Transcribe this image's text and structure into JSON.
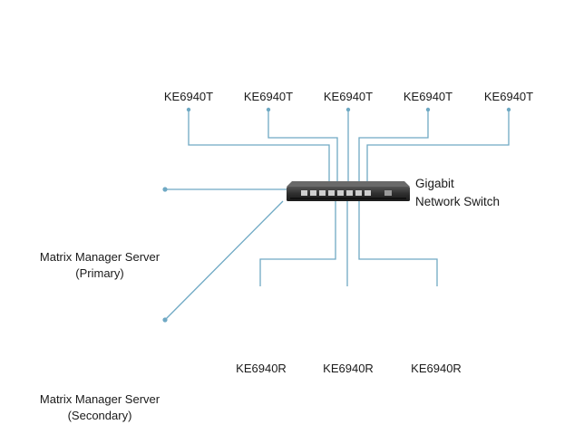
{
  "transmitters": {
    "model": "KE6940T",
    "labels": [
      "KE6940T",
      "KE6940T",
      "KE6940T",
      "KE6940T",
      "KE6940T"
    ]
  },
  "receivers": {
    "labels": [
      "KE6940R",
      "KE6940R",
      "KE6940R"
    ]
  },
  "switch": {
    "line1": "Gigabit",
    "line2": "Network Switch"
  },
  "servers": {
    "primary": {
      "line1": "Matrix Manager Server",
      "line2": "(Primary)"
    },
    "secondary": {
      "line1": "Matrix Manager Server",
      "line2": "(Secondary)"
    }
  },
  "colors": {
    "connector": "#6fa9c4",
    "device_dark": "#2b2b2b",
    "screen": "#2a6bb0",
    "label": "#1a1a1a"
  },
  "icons": {
    "transmitter": "tower-pc-with-kvm-extender-icon",
    "receiver": "dual-monitor-console-with-kvm-receiver-icon",
    "switch": "network-switch-icon",
    "server": "desktop-computer-icon"
  }
}
